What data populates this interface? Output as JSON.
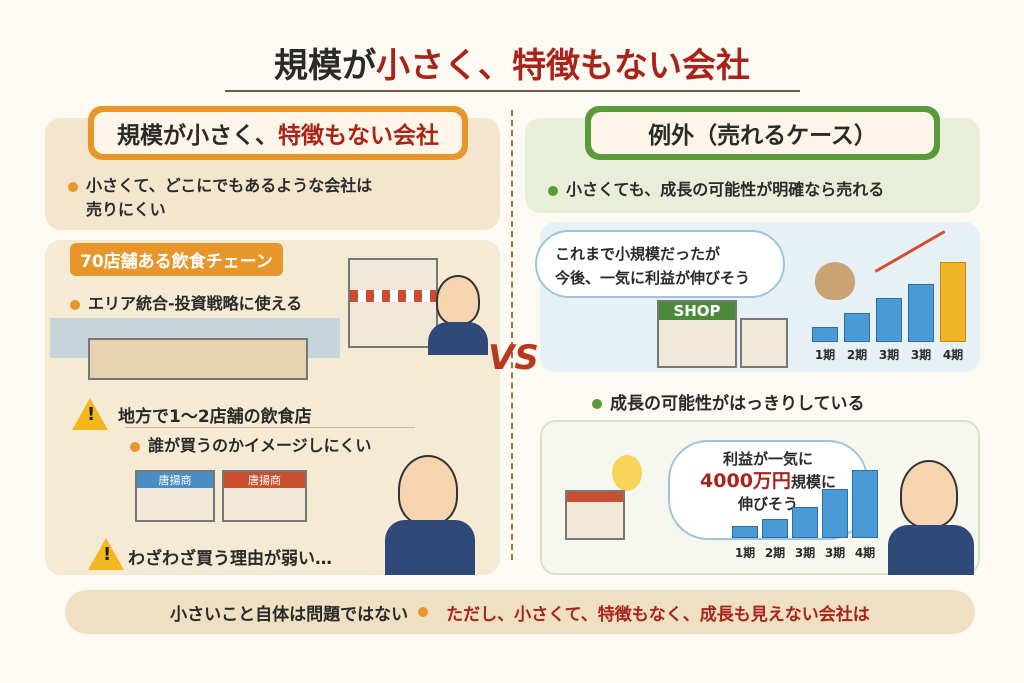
{
  "title": {
    "part1": "規模が",
    "part2": "小さく、特徴もない会社"
  },
  "left": {
    "header": {
      "part1": "規模が小さく、",
      "part2": "特徴もない会社"
    },
    "bullet": {
      "line1": "小さくて、どこにでもあるような会社は",
      "line2": "売りにくい"
    },
    "chain": {
      "tag": "70店舗ある飲食チェーン",
      "bullet": "エリア統合-投資戦略に使える"
    },
    "local": {
      "heading": "地方で1〜2店舗の飲食店",
      "bullet": "誰が買うのかイメージしにくい",
      "sign": "唐揚商",
      "warning": "わざわざ買う理由が弱い…"
    }
  },
  "vs": "VS",
  "right": {
    "header": "例外（売れるケース）",
    "bullet": "小さくても、成長の可能性が明確なら売れる",
    "case1": {
      "cloud_line1": "これまで小規模だったが",
      "cloud_line2": "今後、一気に利益が伸びそう",
      "shop_sign": "SHOP",
      "periods": [
        "1期",
        "2期",
        "3期",
        "3期",
        "4期"
      ],
      "values": [
        1,
        2,
        3,
        4,
        5.5
      ]
    },
    "bullet2": "成長の可能性がはっきりしている",
    "case2": {
      "cloud_line1": "利益が一気に",
      "cloud_amount": "4000万円",
      "cloud_line2": "規模に",
      "cloud_line3": "伸びそう",
      "periods": [
        "1期",
        "2期",
        "3期",
        "3期",
        "4期"
      ],
      "values": [
        1,
        1.5,
        2.5,
        4,
        5.5
      ]
    }
  },
  "footer": {
    "left": "小さいこと自体は問題ではない",
    "right": "ただし、小さくて、特徴もなく、成長も見えない会社は"
  },
  "colors": {
    "accent_red": "#a8231a",
    "orange": "#e6962a",
    "green": "#5a9a3a"
  }
}
